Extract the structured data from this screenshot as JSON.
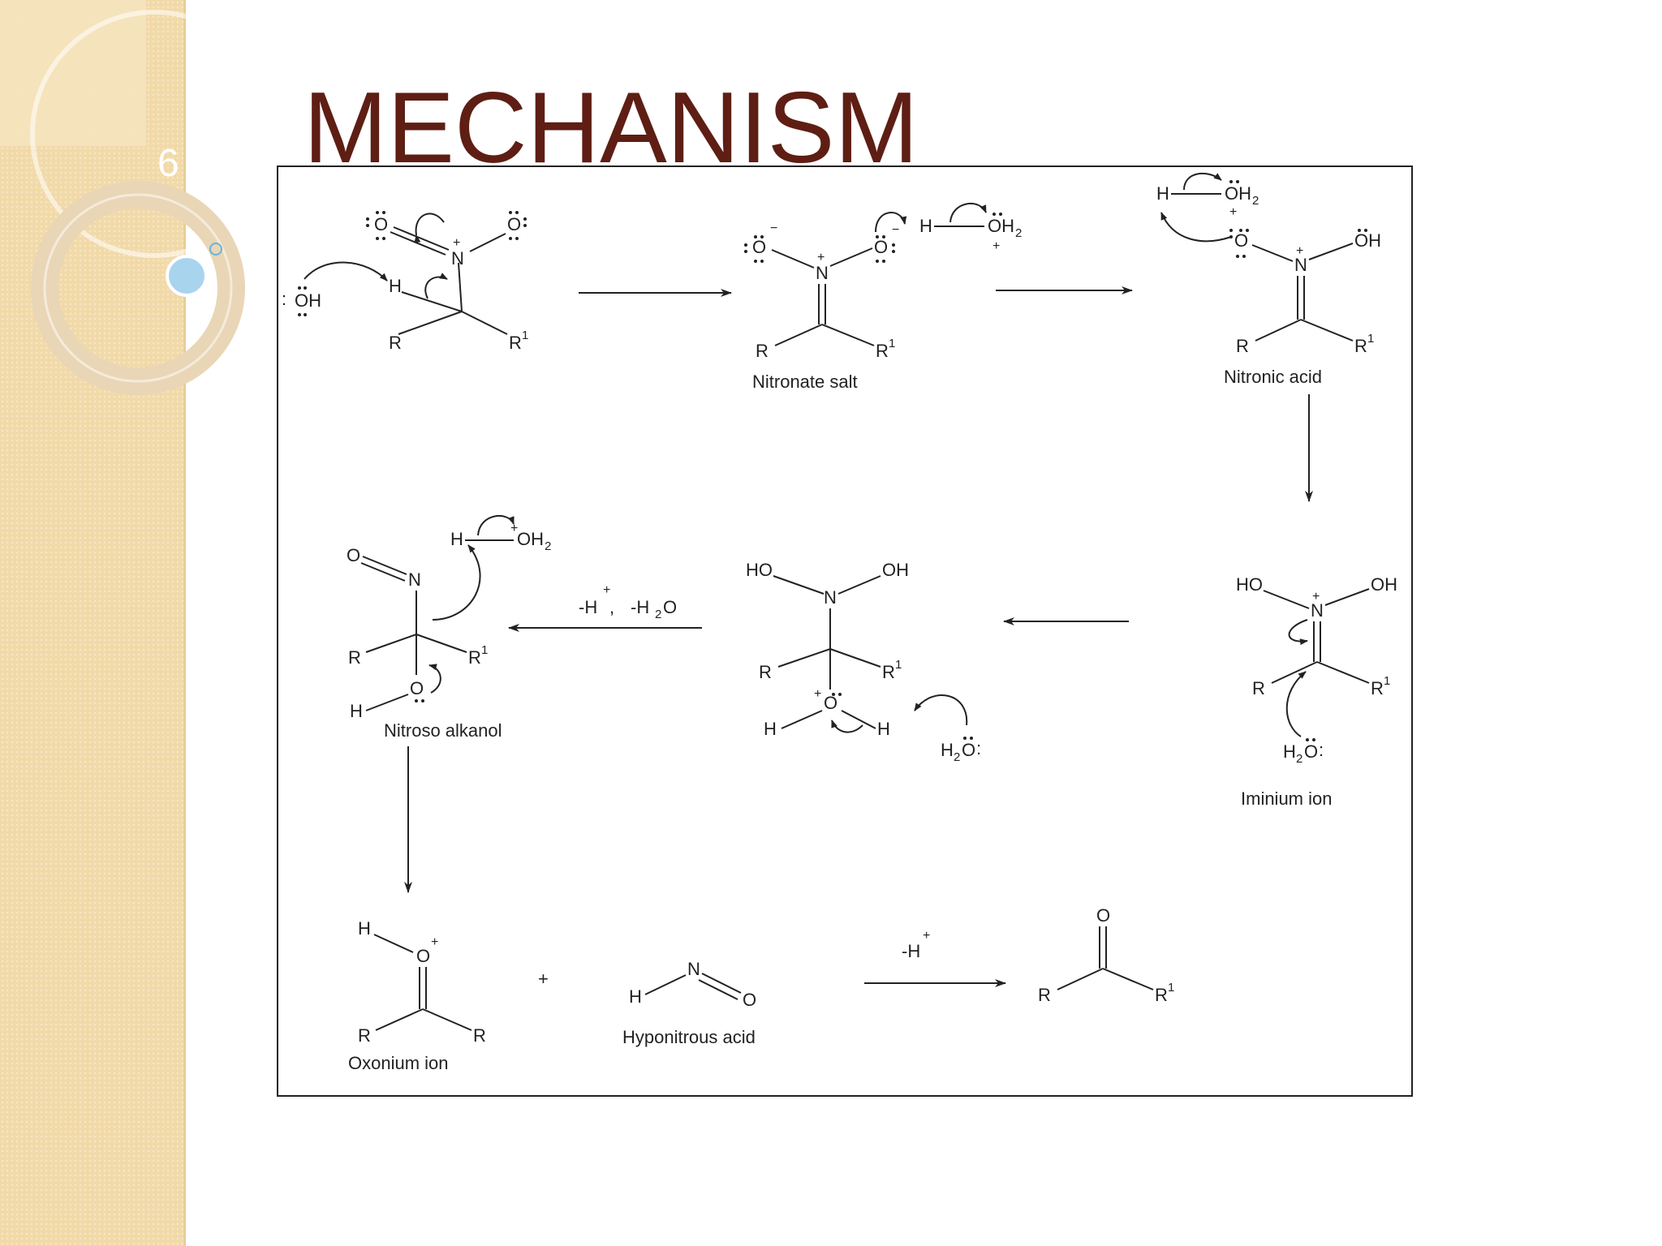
{
  "slide": {
    "number": "6",
    "title": "MECHANISM",
    "colors": {
      "title": "#5e1e14",
      "sidebar": "#f1d9a8",
      "accent": "#a9d4ee"
    }
  },
  "labels": {
    "nitronate_salt": "Nitronate salt",
    "nitronic_acid": "Nitronic acid",
    "iminium_ion": "Iminium ion",
    "nitroso_alkanol": "Nitroso alkanol",
    "oxonium_ion": "Oxonium ion",
    "hyponitrous_acid": "Hyponitrous acid",
    "plus": "+"
  },
  "conditions": {
    "dehydration_h": "-H",
    "dehydration_sep": ",",
    "dehydration_water": "-H",
    "dehydration_water_sub": "2",
    "dehydration_water_o": "O",
    "deprotonation": "-H",
    "plus_sign": "+"
  },
  "atoms": {
    "hydroxide": "OH",
    "colon": ":",
    "H": "H",
    "O": "O",
    "N": "N",
    "R": "R",
    "R1": "R",
    "sup1": "1",
    "OH": "OH",
    "HO": "HO",
    "OH2": "OH",
    "sub2": "2",
    "H2O": "H",
    "plus": "+",
    "minus": "−"
  }
}
